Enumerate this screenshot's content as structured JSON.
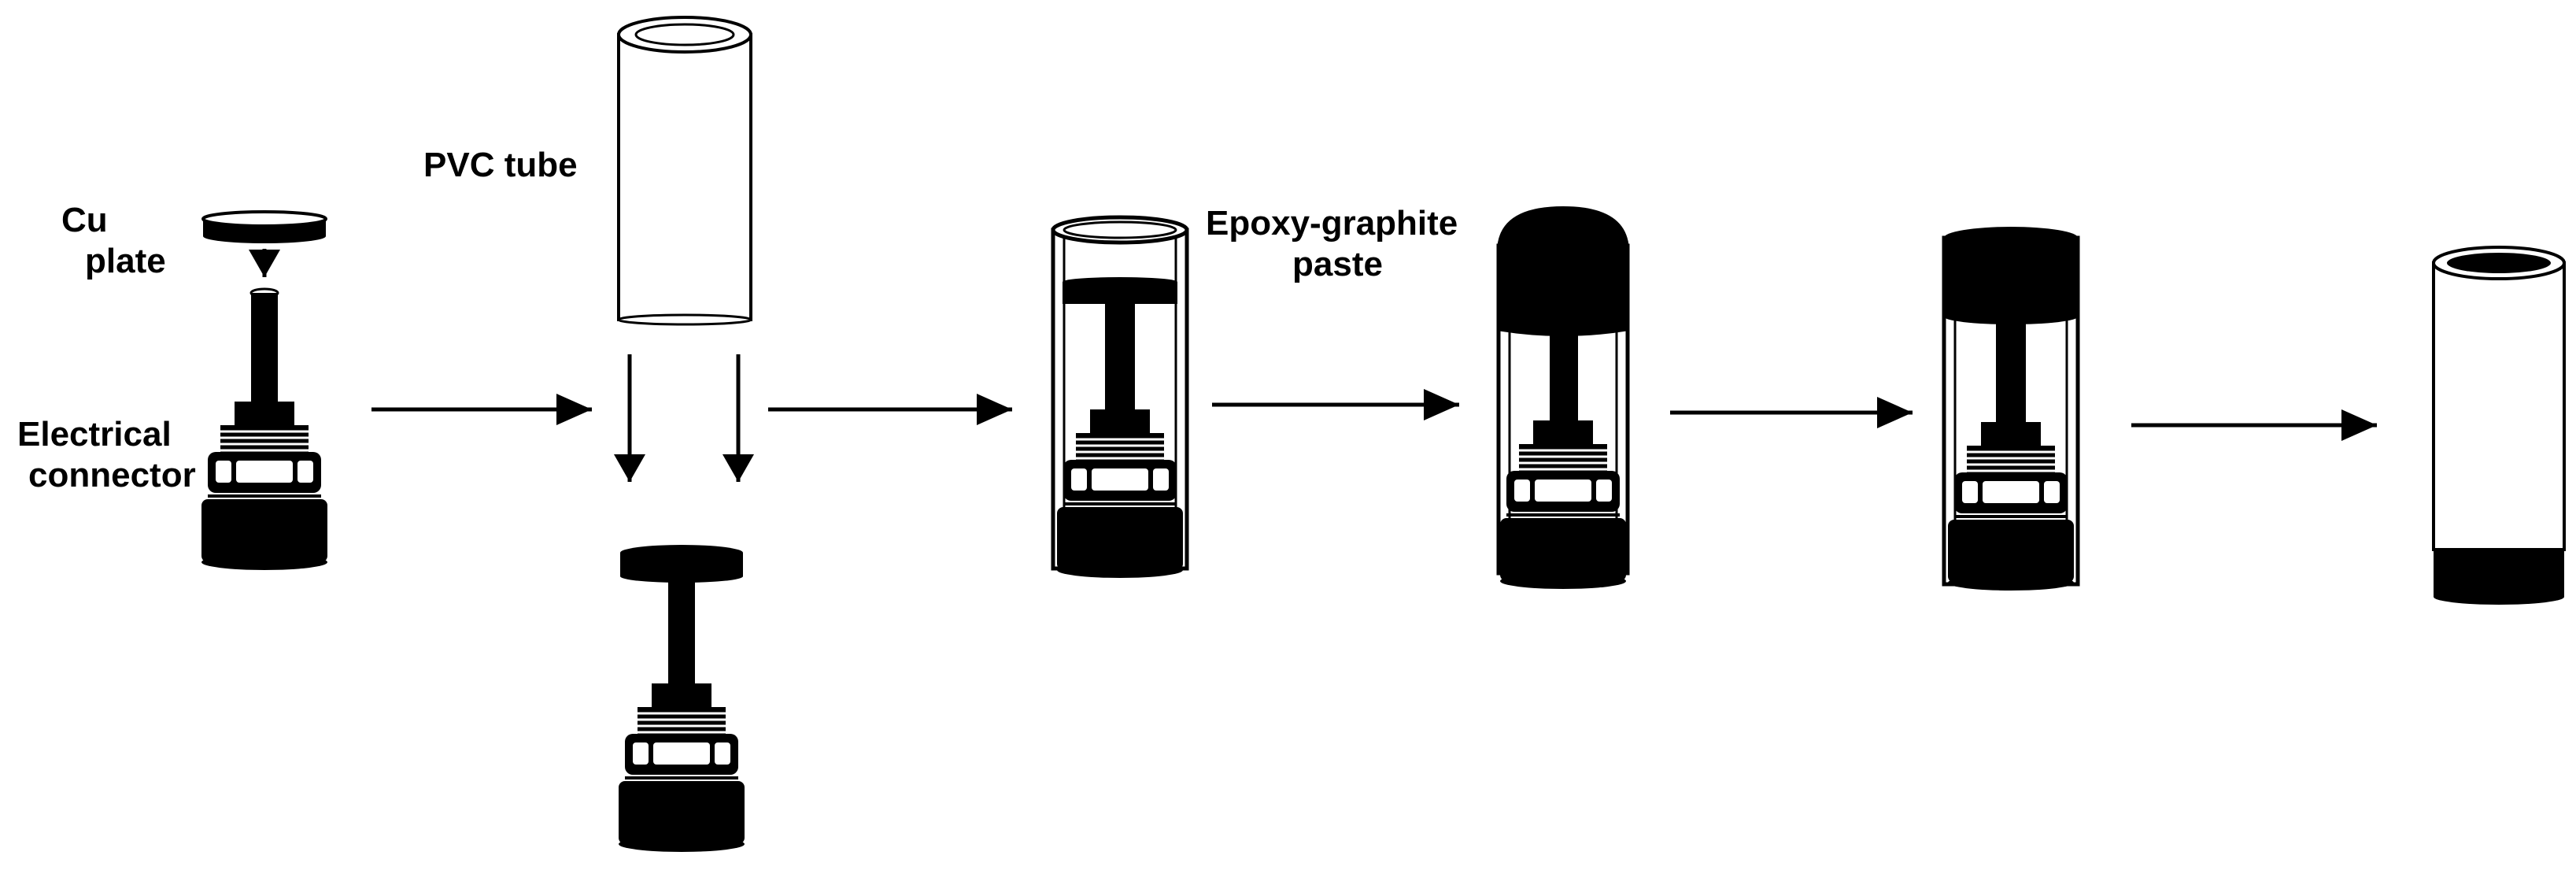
{
  "labels": {
    "cu_plate_line1": "Cu",
    "cu_plate_line2": "plate",
    "pvc_tube": "PVC tube",
    "electrical_connector_line1": "Electrical",
    "electrical_connector_line2": "connector",
    "epoxy_graphite_line1": "Epoxy-graphite",
    "epoxy_graphite_line2": "paste"
  },
  "colors": {
    "ink": "#000000",
    "paper": "#ffffff",
    "glass": "#f7f7f7"
  }
}
